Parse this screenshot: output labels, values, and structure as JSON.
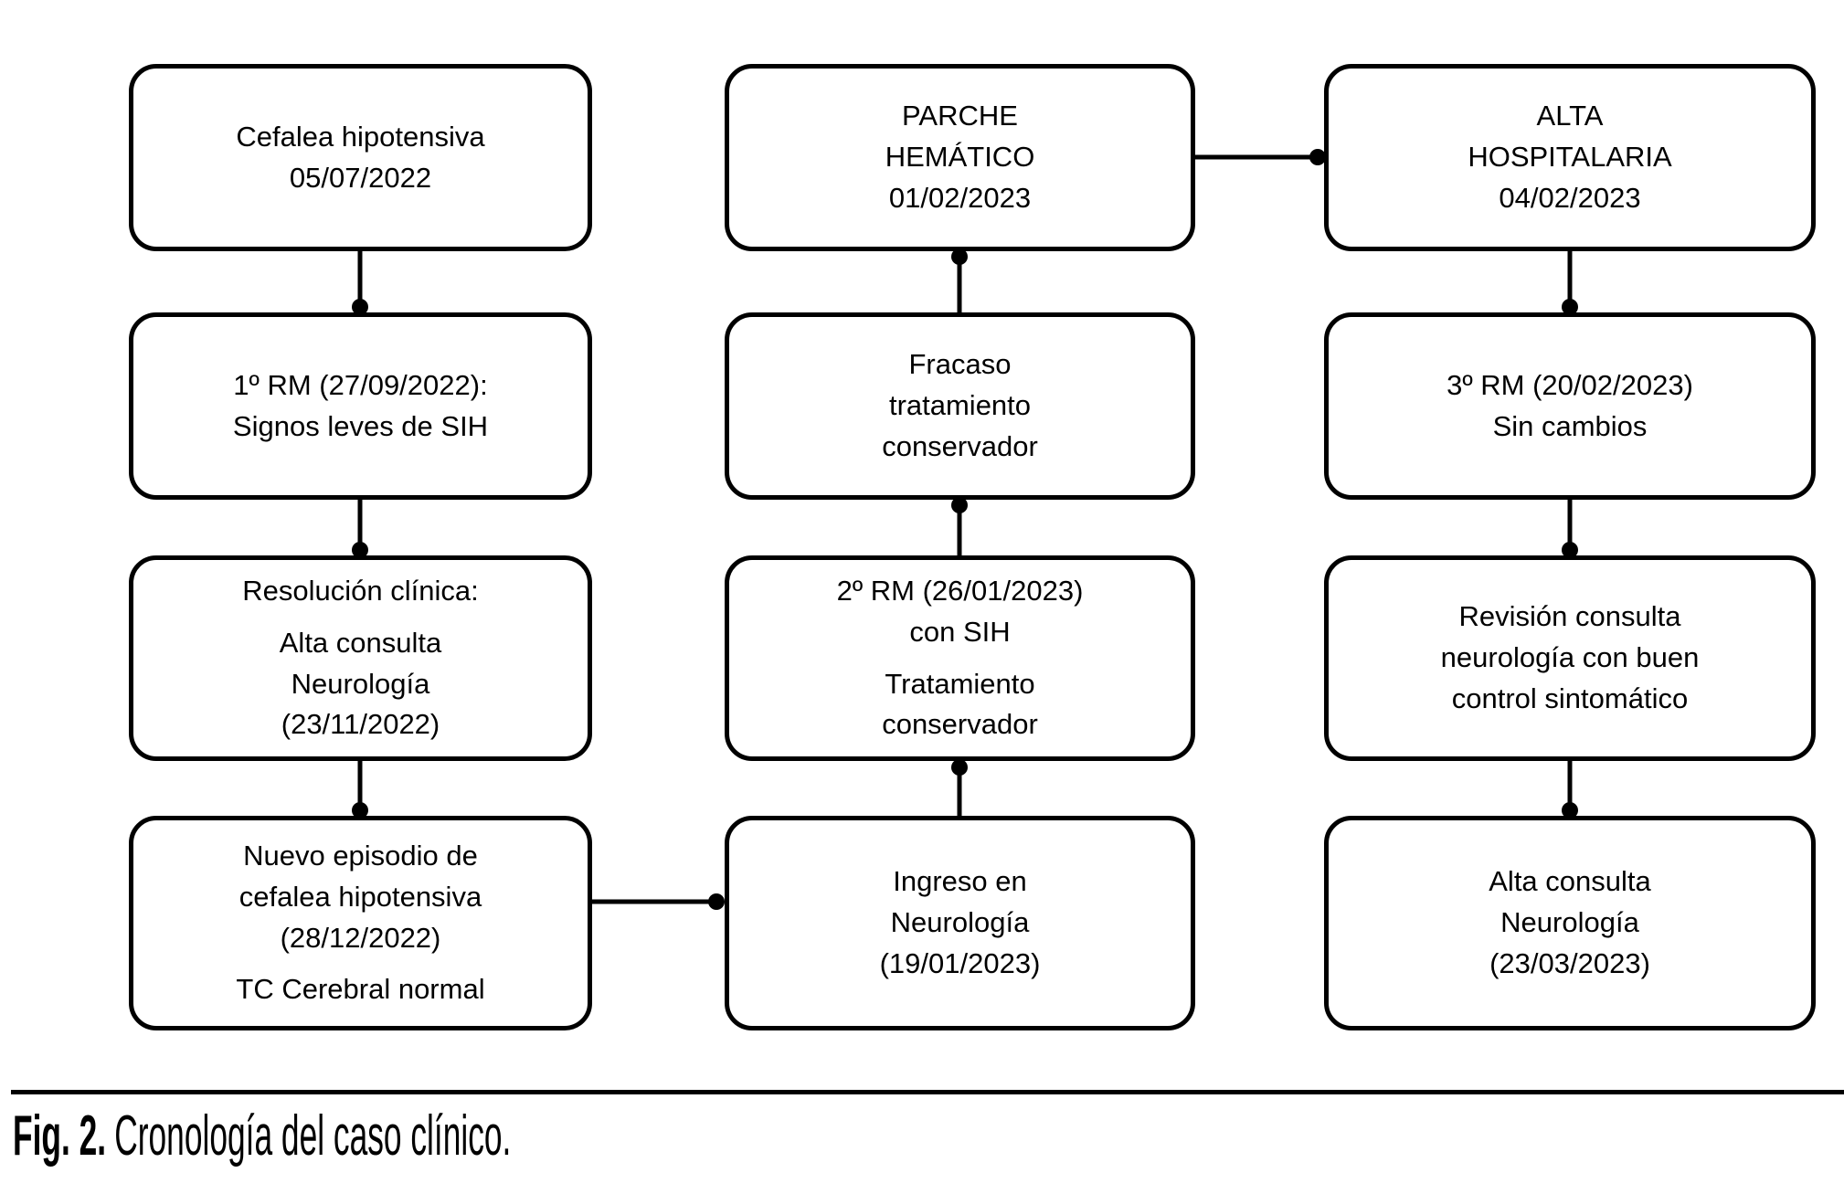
{
  "colors": {
    "stroke": "#000000",
    "box_fill": "#ffffff",
    "text": "#000000",
    "background": "#ffffff"
  },
  "caption": {
    "label": "Fig. 2.",
    "text": "Cronología del caso clínico."
  },
  "nodes": {
    "cefalea": {
      "p1": "Cefalea hipotensiva\n05/07/2022"
    },
    "rm1": {
      "p1": "1º RM (27/09/2022):\nSignos leves de SIH"
    },
    "resolucion": {
      "p1": "Resolución clínica:",
      "p2": "Alta consulta\nNeurología\n(23/11/2022)"
    },
    "nuevo_episodio": {
      "p1": "Nuevo episodio de\ncefalea hipotensiva\n(28/12/2022)",
      "p2": "TC Cerebral normal"
    },
    "parche": {
      "p1": "PARCHE\nHEMÁTICO\n01/02/2023"
    },
    "fracaso": {
      "p1": "Fracaso\ntratamiento\nconservador"
    },
    "rm2": {
      "p1": "2º RM (26/01/2023)\ncon SIH",
      "p2": "Tratamiento\nconservador"
    },
    "ingreso": {
      "p1": "Ingreso en\nNeurología\n(19/01/2023)"
    },
    "alta_hospitalaria": {
      "p1": "ALTA\nHOSPITALARIA\n04/02/2023"
    },
    "rm3": {
      "p1": "3º RM (20/02/2023)\nSin cambios"
    },
    "revision": {
      "p1": "Revisión consulta\nneurología con buen\ncontrol sintomático"
    },
    "alta_consulta": {
      "p1": "Alta consulta\nNeurología\n(23/03/2023)"
    }
  }
}
